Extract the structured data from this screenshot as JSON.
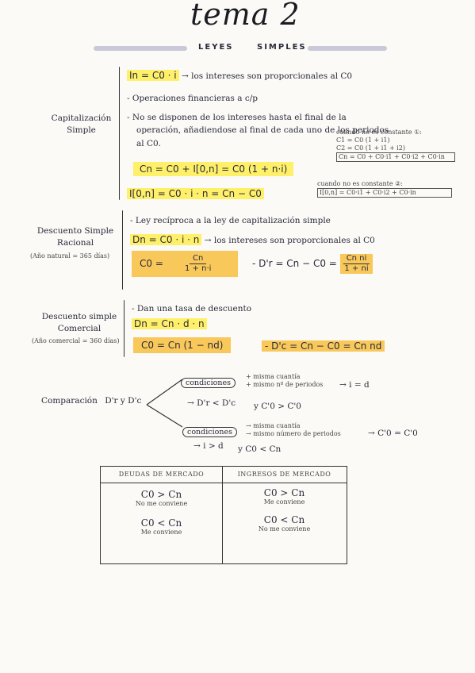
{
  "header": {
    "title": "tema 2",
    "subtitle_left": "LEYES",
    "subtitle_right": "SIMPLES"
  },
  "cap": {
    "label": "Capitalización Simple",
    "line1_formula": "In = C0 · i",
    "line1_text": "→ los intereses son proporcionales al C0",
    "line2": "- Operaciones financieras a c/p",
    "line3a": "- No se disponen de los intereses hasta el final de la",
    "line3b": "operación, añadiendose al final de cada uno de los periodos",
    "line3c": "al C0.",
    "formula_main": "Cn = C0 + I[0,n] = C0 (1 + n·i)",
    "formula_second": "I[0,n] = C0 · i · n = Cn − C0",
    "note1_title": "cuando no es constante ①:",
    "note1_l1": "C1 = C0 (1 + i1)",
    "note1_l2": "C2 = C0 (1 + i1 + i2)",
    "note1_l3": "Cn = C0 + C0·i1 + C0·i2 + C0·in",
    "note2_title": "cuando no es constante ②:",
    "note2_l1": "I[0,n] = C0·i1 + C0·i2 + C0·in"
  },
  "rac": {
    "label": "Descuento Simple Racional",
    "sub": "(Año natural = 365 días)",
    "line1": "- Ley recíproca a la ley de capitalización simple",
    "line2_formula": "Dn = C0 · i · n",
    "line2_text": "→ los intereses son proporcionales al C0",
    "c0_left": "C0 =",
    "c0_num": "Cn",
    "c0_den": "1 + n·i",
    "dr_left": "- D'r = Cn − C0 =",
    "dr_num": "Cn ni",
    "dr_den": "1 + ni"
  },
  "com": {
    "label": "Descuento simple Comercial",
    "sub": "(Año comercial = 360 días)",
    "line1": "- Dan una tasa de descuento",
    "line2_formula": "Dn = Cn · d · n",
    "line3_formula": "C0 = Cn (1 − nd)",
    "dc_formula": "- D'c = Cn − C0 = Cn nd"
  },
  "cmp": {
    "label": "Comparación",
    "vars": "D'r y D'c",
    "cond1": "condiciones",
    "cond1_a": "+ misma cuantía",
    "cond1_b": "+ mismo nº de periodos",
    "cond1_result": "→ i = d",
    "ineq1": "→ D'r < D'c",
    "ineq1b": "y C'0 > C'0",
    "cond2": "condiciones",
    "cond2_a": "→ misma cuantía",
    "cond2_b": "→ mismo número de periodos",
    "cond2_result": "→ C'0 = C'0",
    "ineq2": "→ i > d",
    "ineq2b": "y C0 < Cn"
  },
  "table": {
    "col1": "DEUDAS DE MERCADO",
    "col2": "INGRESOS DE MERCADO",
    "c1_r1": "C0 > Cn",
    "c1_r1_note": "No me conviene",
    "c1_r2": "C0 < Cn",
    "c1_r2_note": "Me conviene",
    "c2_r1": "C0 > Cn",
    "c2_r1_note": "Me conviene",
    "c2_r2": "C0 < Cn",
    "c2_r2_note": "No me conviene"
  }
}
